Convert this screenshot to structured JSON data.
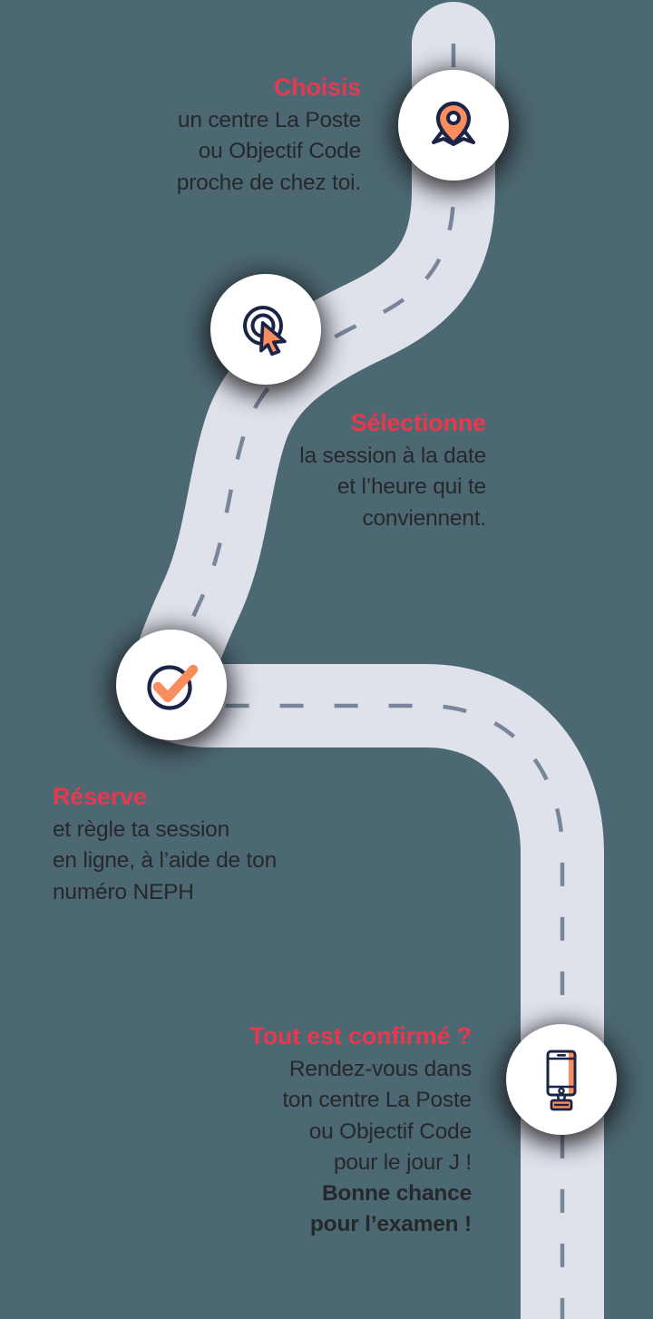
{
  "page": {
    "background_color": "#4c6872",
    "road_color": "#dfe2eb",
    "road_dash_color": "#707d93",
    "accent_red": "#e6394f",
    "accent_orange": "#f98d5d",
    "ink_navy": "#1b2447",
    "body_text_color": "#26282b",
    "node_color": "#ffffff"
  },
  "steps": [
    {
      "id": "step-1",
      "icon": "map-pin-icon",
      "heading": "Choisis",
      "align": "right",
      "lines": [
        {
          "text": "un centre La Poste",
          "bold": false
        },
        {
          "text": "ou Objectif Code",
          "bold": false
        },
        {
          "text": "proche de chez toi.",
          "bold": false
        }
      ]
    },
    {
      "id": "step-2",
      "icon": "click-cursor-icon",
      "heading": "Sélectionne",
      "align": "right",
      "lines": [
        {
          "text": "la session à la date",
          "bold": false
        },
        {
          "text": "et l’heure qui te",
          "bold": false
        },
        {
          "text": "conviennent.",
          "bold": false
        }
      ]
    },
    {
      "id": "step-3",
      "icon": "check-circle-icon",
      "heading": "Réserve",
      "align": "left",
      "lines": [
        {
          "text": "et règle ta session",
          "bold": false
        },
        {
          "text": "en ligne, à l’aide de ton",
          "bold": false
        },
        {
          "text": "numéro NEPH",
          "bold": false
        }
      ]
    },
    {
      "id": "step-4",
      "icon": "smartphone-stand-icon",
      "heading": "Tout est confirmé ?",
      "align": "right",
      "lines": [
        {
          "text": "Rendez-vous dans",
          "bold": false
        },
        {
          "text": "ton centre La Poste",
          "bold": false
        },
        {
          "text": "ou Objectif Code",
          "bold": false
        },
        {
          "text": "pour le jour J !",
          "bold": false
        },
        {
          "text": "Bonne chance",
          "bold": true
        },
        {
          "text": "pour l’examen !",
          "bold": true
        }
      ]
    }
  ]
}
